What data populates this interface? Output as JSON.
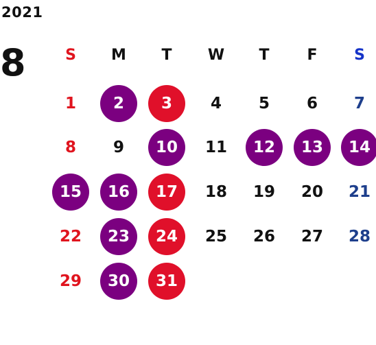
{
  "year": "2021",
  "month": "8",
  "colors": {
    "sunday": "#e0141e",
    "saturday": "#1e3f8c",
    "saturday_header": "#1533c8",
    "weekday": "#111111",
    "holiday_circle": "#e0102a",
    "purple_circle": "#7b0080",
    "circle_text": "#ffffff"
  },
  "weekdays": [
    "S",
    "M",
    "T",
    "W",
    "T",
    "F",
    "S"
  ],
  "weeks": [
    [
      {
        "d": "1",
        "mark": "none"
      },
      {
        "d": "2",
        "mark": "purple"
      },
      {
        "d": "3",
        "mark": "red"
      },
      {
        "d": "4",
        "mark": "none"
      },
      {
        "d": "5",
        "mark": "none"
      },
      {
        "d": "6",
        "mark": "none"
      },
      {
        "d": "7",
        "mark": "none"
      }
    ],
    [
      {
        "d": "8",
        "mark": "none"
      },
      {
        "d": "9",
        "mark": "none"
      },
      {
        "d": "10",
        "mark": "purple"
      },
      {
        "d": "11",
        "mark": "none"
      },
      {
        "d": "12",
        "mark": "purple"
      },
      {
        "d": "13",
        "mark": "purple"
      },
      {
        "d": "14",
        "mark": "purple"
      }
    ],
    [
      {
        "d": "15",
        "mark": "purple"
      },
      {
        "d": "16",
        "mark": "purple"
      },
      {
        "d": "17",
        "mark": "red"
      },
      {
        "d": "18",
        "mark": "none"
      },
      {
        "d": "19",
        "mark": "none"
      },
      {
        "d": "20",
        "mark": "none"
      },
      {
        "d": "21",
        "mark": "none"
      }
    ],
    [
      {
        "d": "22",
        "mark": "none"
      },
      {
        "d": "23",
        "mark": "purple"
      },
      {
        "d": "24",
        "mark": "red"
      },
      {
        "d": "25",
        "mark": "none"
      },
      {
        "d": "26",
        "mark": "none"
      },
      {
        "d": "27",
        "mark": "none"
      },
      {
        "d": "28",
        "mark": "none"
      }
    ],
    [
      {
        "d": "29",
        "mark": "none"
      },
      {
        "d": "30",
        "mark": "purple"
      },
      {
        "d": "31",
        "mark": "red"
      }
    ]
  ]
}
